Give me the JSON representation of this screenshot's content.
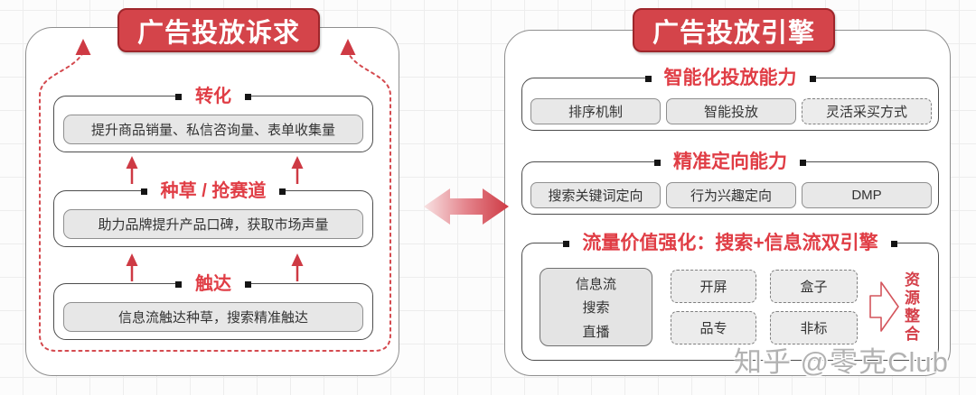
{
  "left_panel": {
    "badge": "广告投放诉求",
    "sections": [
      {
        "title": "转化",
        "detail": "提升商品销量、私信咨询量、表单收集量"
      },
      {
        "title": "种草 / 抢赛道",
        "detail": "助力品牌提升产品口碑，获取市场声量"
      },
      {
        "title": "触达",
        "detail": "信息流触达种草，搜索精准触达"
      }
    ]
  },
  "right_panel": {
    "badge": "广告投放引擎",
    "sections": [
      {
        "title": "智能化投放能力",
        "items": [
          "排序机制",
          "智能投放",
          "灵活采买方式"
        ]
      },
      {
        "title": "精准定向能力",
        "items": [
          "搜索关键词定向",
          "行为兴趣定向",
          "DMP"
        ]
      },
      {
        "title": "流量价值强化：搜索+信息流双引擎",
        "channels": [
          "信息流",
          "搜索",
          "直播"
        ],
        "resources": [
          "开屏",
          "盒子",
          "品专",
          "非标"
        ],
        "outcome": "资源整合"
      }
    ]
  },
  "watermark": "知乎 @零克Club",
  "colors": {
    "badge_red": "#d4444a",
    "badge_border_red": "#9e262b",
    "title_red": "#e03d45",
    "arrow_red": "#ce3a44",
    "dashed_loop_red": "#d4494e",
    "box_gray": "#e7e7e7",
    "grid_line": "#ededed"
  }
}
